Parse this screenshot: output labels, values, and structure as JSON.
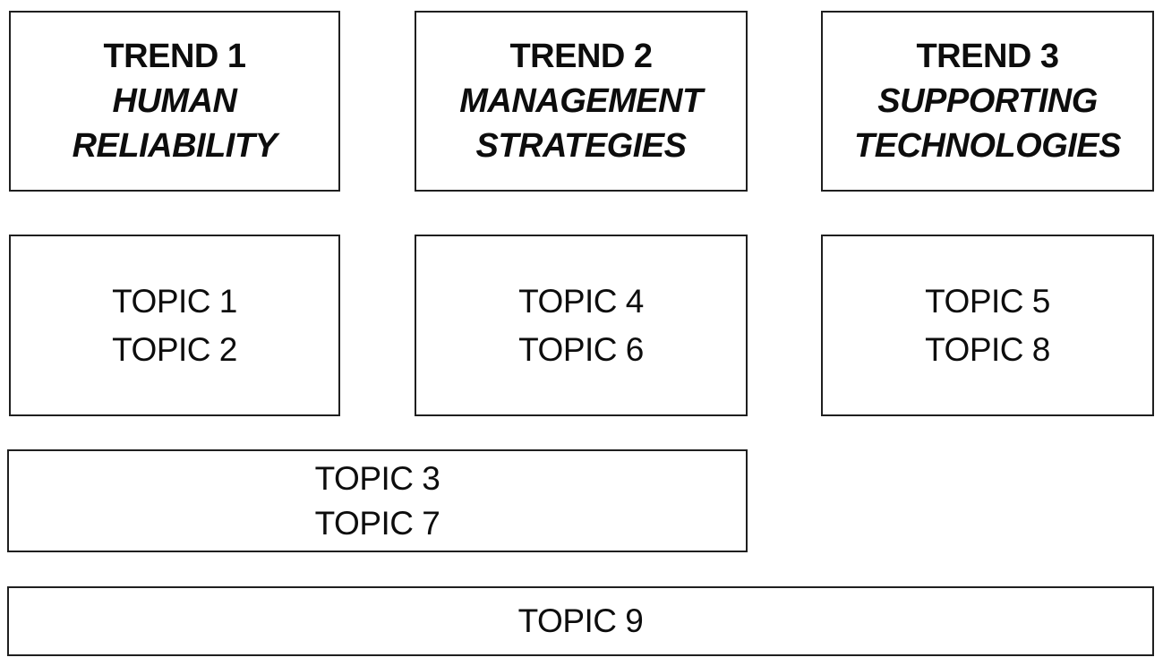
{
  "diagram": {
    "background_color": "#ffffff",
    "border_color": "#1f1f1f",
    "text_color": "#0d0d0d",
    "trends": [
      {
        "label": "TREND 1",
        "name_lines": [
          "HUMAN",
          "RELIABILITY"
        ]
      },
      {
        "label": "TREND 2",
        "name_lines": [
          "MANAGEMENT",
          "STRATEGIES"
        ]
      },
      {
        "label": "TREND 3",
        "name_lines": [
          "SUPPORTING",
          "TECHNOLOGIES"
        ]
      }
    ],
    "topic_groups": [
      {
        "topics": [
          "TOPIC 1",
          "TOPIC 2"
        ]
      },
      {
        "topics": [
          "TOPIC 4",
          "TOPIC 6"
        ]
      },
      {
        "topics": [
          "TOPIC 5",
          "TOPIC 8"
        ]
      }
    ],
    "spanning_topic_group": {
      "topics": [
        "TOPIC 3",
        "TOPIC 7"
      ]
    },
    "full_width_topic_group": {
      "topics": [
        "TOPIC 9"
      ]
    }
  }
}
